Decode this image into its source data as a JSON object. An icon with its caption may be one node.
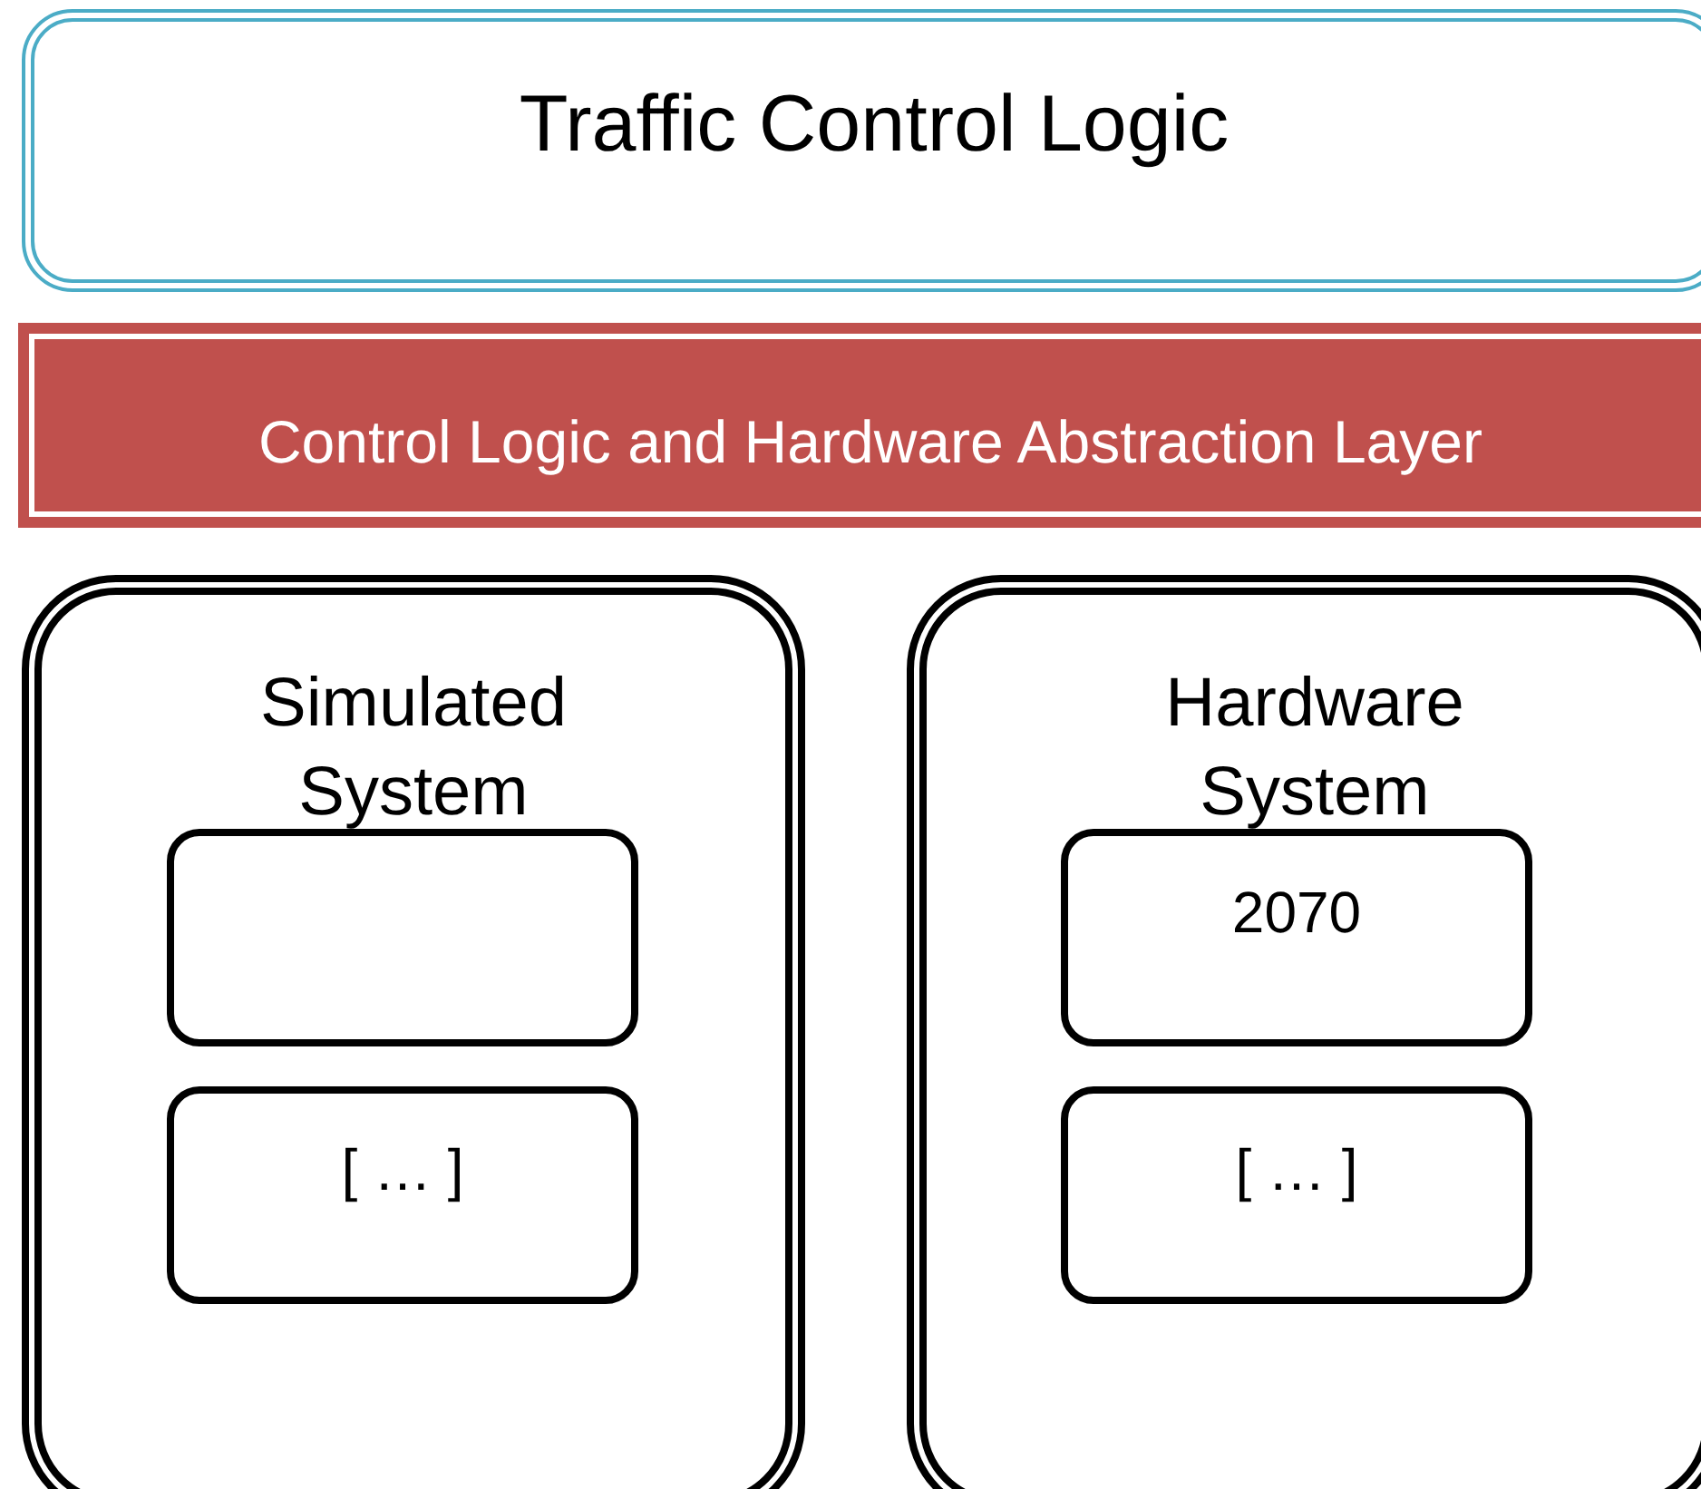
{
  "diagram": {
    "nodes": [
      {
        "text": [
          "Traffic Control Logic"
        ]
      },
      {
        "text": [
          "Control Logic and Hardware Abstraction Layer"
        ]
      },
      {
        "text": [
          "Simulated System"
        ]
      },
      {
        "text": [],
        "shape": "box",
        "in": 2
      },
      {
        "text": [
          "[ … ]"
        ],
        "in": 2
      },
      {
        "text": [
          "Hardware System"
        ]
      },
      {
        "text": [
          "2070"
        ],
        "in": 5
      },
      {
        "text": [
          "[ … ]"
        ],
        "in": 5
      }
    ]
  }
}
